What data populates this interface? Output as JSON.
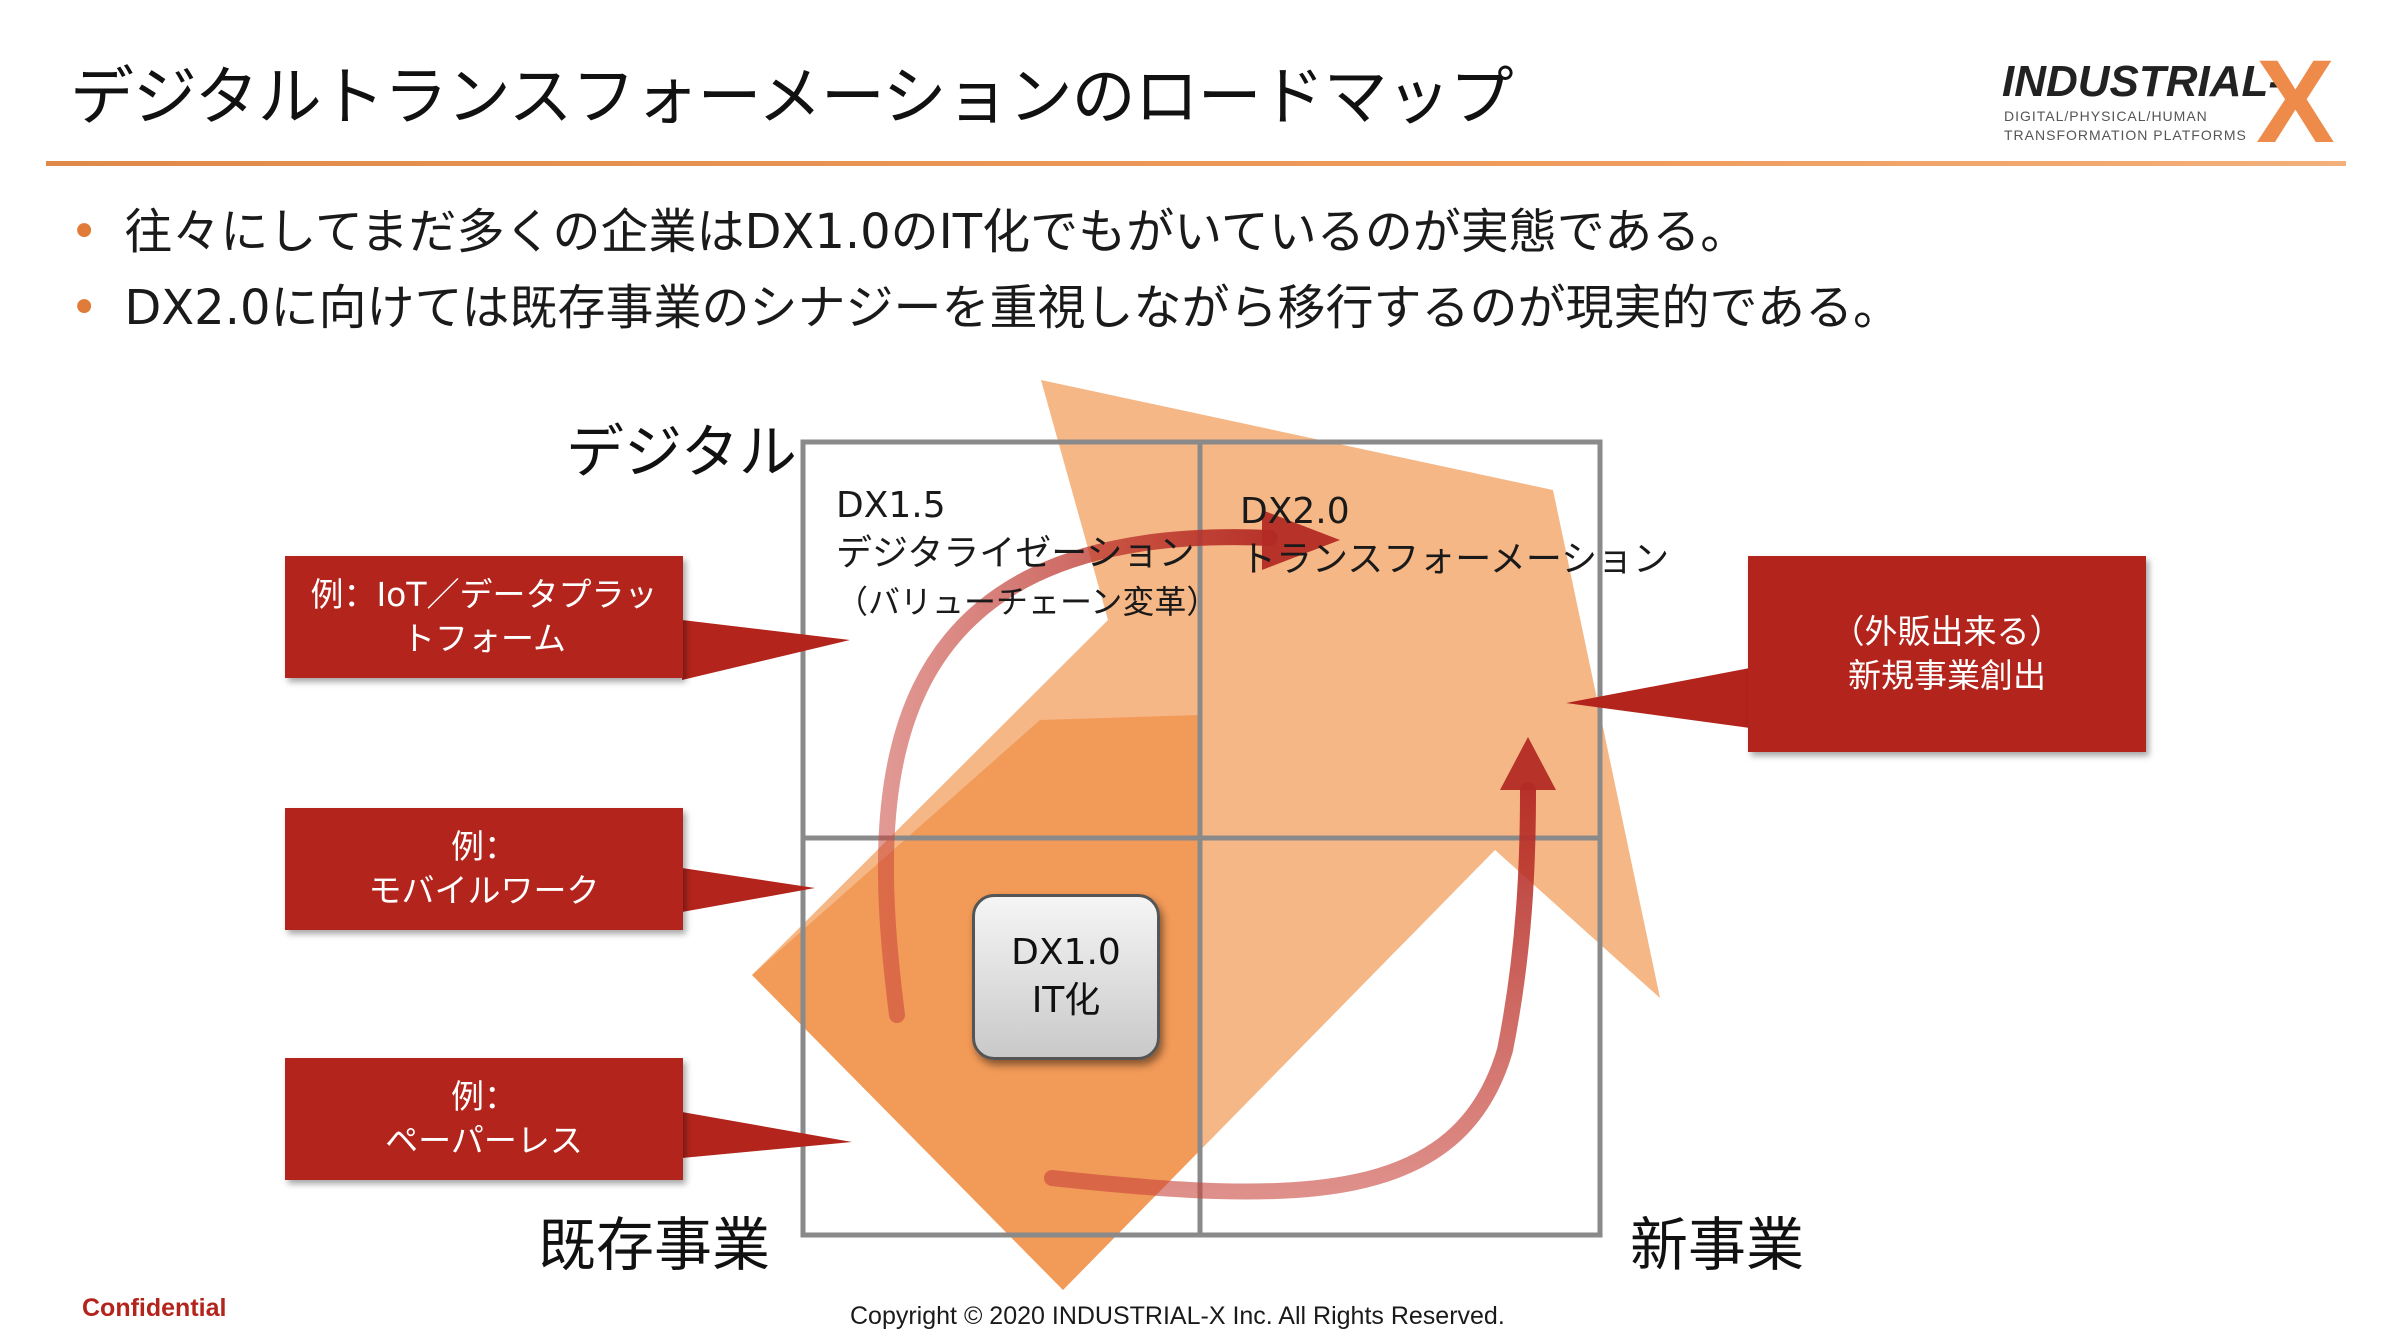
{
  "slide": {
    "title": "デジタルトランスフォーメーションのロードマップ",
    "bullets": [
      "往々にしてまだ多くの企業はDX1.0のIT化でもがいているのが実態である。",
      "DX2.0に向けては既存事業のシナジーを重視しながら移行するのが現実的である。"
    ],
    "bullet_marker": "•"
  },
  "logo": {
    "name": "INDUSTRIAL-",
    "x_mark": "X",
    "tagline_line1": "DIGITAL/PHYSICAL/HUMAN",
    "tagline_line2": "TRANSFORMATION PLATFORMS"
  },
  "diagram": {
    "axis_top_label": "デジタル",
    "axis_bottom_left_label": "既存事業",
    "axis_bottom_right_label": "新事業",
    "quadrants": {
      "top_left": {
        "line1": "DX1.5",
        "line2": "デジタライゼーション",
        "line3": "（バリューチェーン変革）"
      },
      "top_right": {
        "line1": "DX2.0",
        "line2": "トランスフォーメーション"
      },
      "center_box": {
        "line1": "DX1.0",
        "line2": "IT化"
      }
    },
    "callouts": {
      "iot": {
        "line1": "例：IoT／データプラッ",
        "line2": "トフォーム"
      },
      "mobile": {
        "line1": "例：",
        "line2": "モバイルワーク"
      },
      "paperless": {
        "line1": "例：",
        "line2": "ペーパーレス"
      },
      "new_business": {
        "line1": "（外販出来る）",
        "line2": "新規事業創出"
      }
    },
    "colors": {
      "orange_main": "#ef8a3c",
      "orange_light": "#f4b084",
      "callout_red": "#b3241c",
      "arrow_red": "#b83a35",
      "grid_gray": "#888888",
      "accent_orange": "#e07b39"
    }
  },
  "footer": {
    "confidential": "Confidential",
    "copyright": "Copyright © 2020 INDUSTRIAL-X Inc. All Rights Reserved."
  }
}
